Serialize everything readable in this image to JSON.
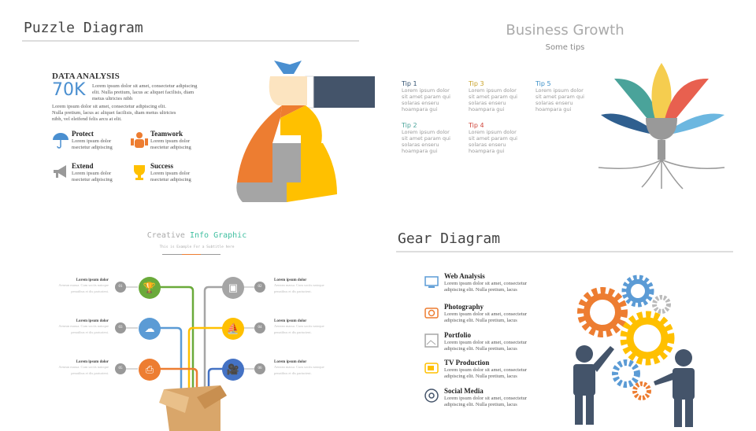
{
  "puzzle": {
    "title": "Puzzle Diagram",
    "heading": "DATA ANALYSIS",
    "stat": "70K",
    "stat_text": "Lorem ipsum dolor sit amet, consectetur adipiscing elit. Nulla pretium, lacus ac aliquet facilisis, diam metus ultricies nibh",
    "paragraph": "Lorem ipsum dolor sit amet, consectetur adipiscing elit. Nulla pretium, lacus ac aliquet facilisis, diam metus ultricies nibh, vel eleifend felis arcu at elit.",
    "items": [
      {
        "title": "Protect",
        "text": "Lorem ipsum dolor nsectetur adipiscing",
        "icon": "umbrella-icon"
      },
      {
        "title": "Teamwork",
        "text": "Lorem ipsum dolor nsectetur adipiscing",
        "icon": "team-icon"
      },
      {
        "title": "Extend",
        "text": "Lorem ipsum dolor nsectetur adipiscing",
        "icon": "megaphone-icon"
      },
      {
        "title": "Success",
        "text": "Lorem ipsum dolor nsectetur adipiscing",
        "icon": "trophy-icon"
      }
    ]
  },
  "growth": {
    "title": "Business Growth",
    "subtitle": "Some tips",
    "tips": [
      {
        "title": "Tip 1",
        "text": "Lorem ipsum dolor sit amet param qui solaras enseru hoampara gui",
        "color": "#2f4f6f"
      },
      {
        "title": "Tip 2",
        "text": "Lorem ipsum dolor sit amet param qui solaras enseru hoampara gui",
        "color": "#4aa39a"
      },
      {
        "title": "Tip 3",
        "text": "Lorem ipsum dolor sit amet param qui solaras enseru hoampara gui",
        "color": "#c9a227"
      },
      {
        "title": "Tip 4",
        "text": "Lorem ipsum dolor sit amet param qui solaras enseru hoampara gui",
        "color": "#d0463b"
      },
      {
        "title": "Tip 5",
        "text": "Lorem ipsum dolor sit amet param qui solaras enseru hoampara gui",
        "color": "#3a8fc7"
      }
    ]
  },
  "info": {
    "title_a": "Creative",
    "title_b": "Info Graphic",
    "subtitle": "This is Example For a Subtitle here",
    "items": [
      {
        "num": "01",
        "title": "Lorem ipsum dolor",
        "text": "Aenean massa. Cum sociis natoque penatibus et dis parturient.",
        "color": "#6aaa3a"
      },
      {
        "num": "02",
        "title": "Lorem ipsum dolor",
        "text": "Aenean massa. Cum sociis natoque penatibus et dis parturient.",
        "color": "#a5a5a5"
      },
      {
        "num": "03",
        "title": "Lorem ipsum dolor",
        "text": "Aenean massa. Cum sociis natoque penatibus et dis parturient.",
        "color": "#5b9bd5"
      },
      {
        "num": "04",
        "title": "Lorem ipsum dolor",
        "text": "Aenean massa. Cum sociis natoque penatibus et dis parturient.",
        "color": "#ffc000"
      },
      {
        "num": "05",
        "title": "Lorem ipsum dolor",
        "text": "Aenean massa. Cum sociis natoque penatibus et dis parturient.",
        "color": "#ed7d31"
      },
      {
        "num": "06",
        "title": "Lorem ipsum dolor",
        "text": "Aenean massa. Cum sociis natoque penatibus et dis parturient.",
        "color": "#4472c4"
      }
    ]
  },
  "gear": {
    "title": "Gear Diagram",
    "items": [
      {
        "title": "Web Analysis",
        "text": "Lorem ipsum dolor sit amet, consectetur adipiscing elit. Nulla pretium, lacus",
        "color": "#5b9bd5"
      },
      {
        "title": "Photography",
        "text": "Lorem ipsum dolor sit amet, consectetur adipiscing elit. Nulla pretium, lacus",
        "color": "#ed7d31"
      },
      {
        "title": "Portfolio",
        "text": "Lorem ipsum dolor sit amet, consectetur adipiscing elit. Nulla pretium, lacus",
        "color": "#a5a5a5"
      },
      {
        "title": "TV Production",
        "text": "Lorem ipsum dolor sit amet, consectetur adipiscing elit. Nulla pretium, lacus",
        "color": "#ffc000"
      },
      {
        "title": "Social Media",
        "text": "Lorem ipsum dolor sit amet, consectetur adipiscing elit. Nulla pretium, lacus",
        "color": "#44546a"
      }
    ]
  }
}
